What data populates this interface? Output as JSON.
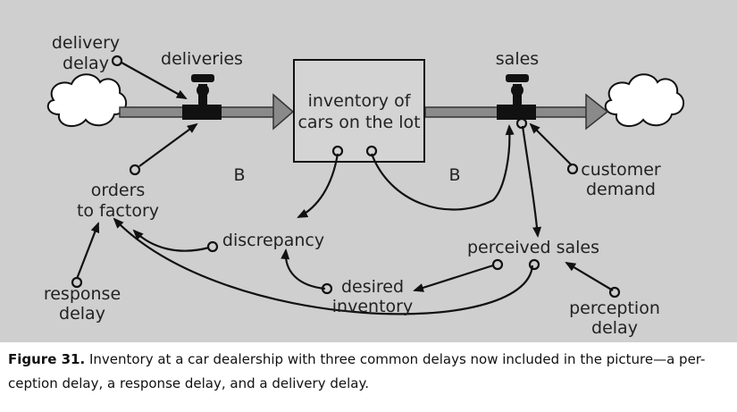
{
  "nodes": {
    "stock": [
      "inventory of",
      "cars on the lot"
    ],
    "inflow": "deliveries",
    "outflow": "sales",
    "delivery_delay": [
      "delivery",
      "delay"
    ],
    "orders": [
      "orders",
      "to factory"
    ],
    "response_delay": [
      "response",
      "delay"
    ],
    "discrepancy": "discrepancy",
    "desired_inventory": [
      "desired",
      "inventory"
    ],
    "perceived_sales": "perceived sales",
    "perception_delay": [
      "perception",
      "delay"
    ],
    "customer_demand": [
      "customer",
      "demand"
    ]
  },
  "loops": [
    "B",
    "B"
  ],
  "caption": {
    "label": "Figure 31.",
    "text": " Inventory at a car dealership with three common delays now included in the picture—a per-ception delay, a response delay, and a delivery delay."
  }
}
